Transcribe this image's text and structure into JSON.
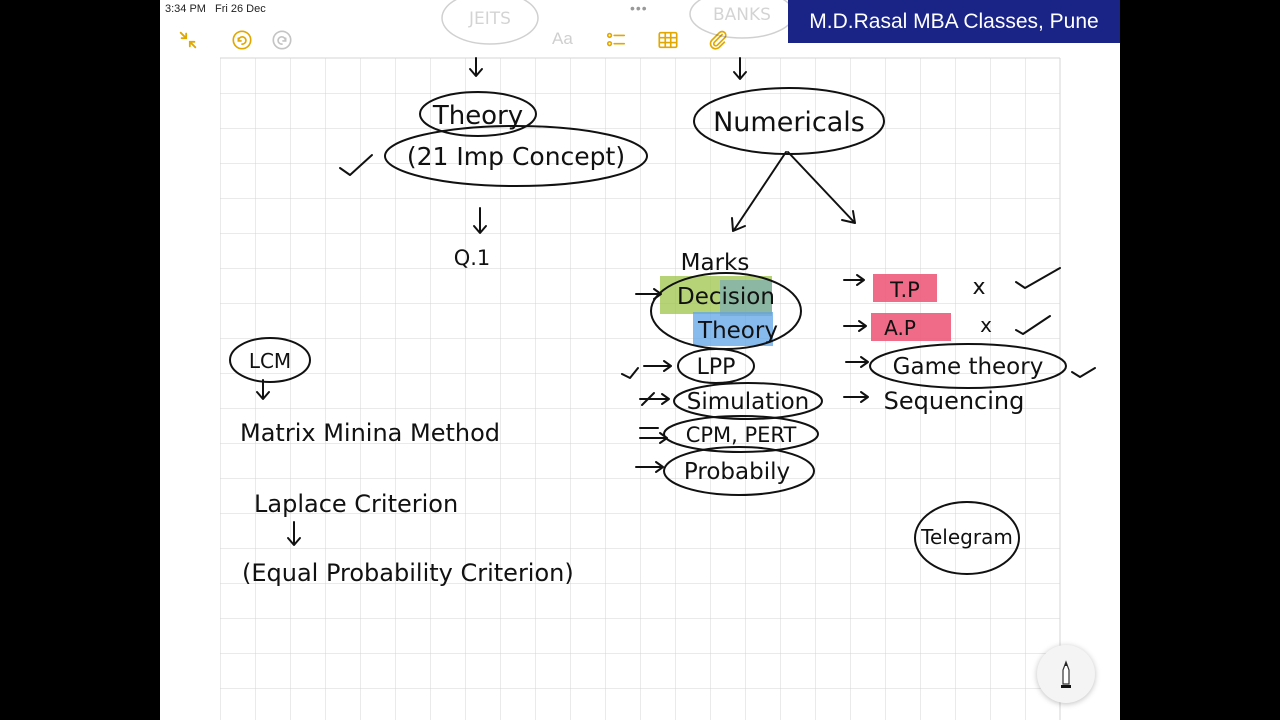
{
  "status_bar": {
    "time": "3:34 PM",
    "date": "Fri 26 Dec"
  },
  "toolbar": {
    "format_label": "Aa",
    "icons": [
      "collapse-icon",
      "undo-icon",
      "redo-icon",
      "checklist-icon",
      "table-icon",
      "attachment-icon"
    ],
    "accent_color": "#e0a800"
  },
  "banner": {
    "text": "M.D.Rasal MBA Classes, Pune",
    "color": "#1a2486"
  },
  "note": {
    "top_faded": [
      "JEITS",
      "BANKS"
    ],
    "theory": "Theory",
    "concept": "(21 Imp Concept)",
    "q1": "Q.1",
    "numericals": "Numericals",
    "marks": "Marks",
    "decision": "Decision",
    "decision_theory": "Theory",
    "lpp": "LPP",
    "simulation": "Simulation",
    "cpm_pert": "CPM, PERT",
    "probability": "Probabily",
    "tp": "T.P",
    "ap": "A.P",
    "x_mark": "x",
    "game_theory": "Game theory",
    "sequencing": "Sequencing",
    "telegram": "Telegram",
    "lcm": "LCM",
    "matrix_minima": "Matrix Minina Method",
    "laplace": "Laplace Criterion",
    "equal_probability": "(Equal Probability Criterion)"
  }
}
